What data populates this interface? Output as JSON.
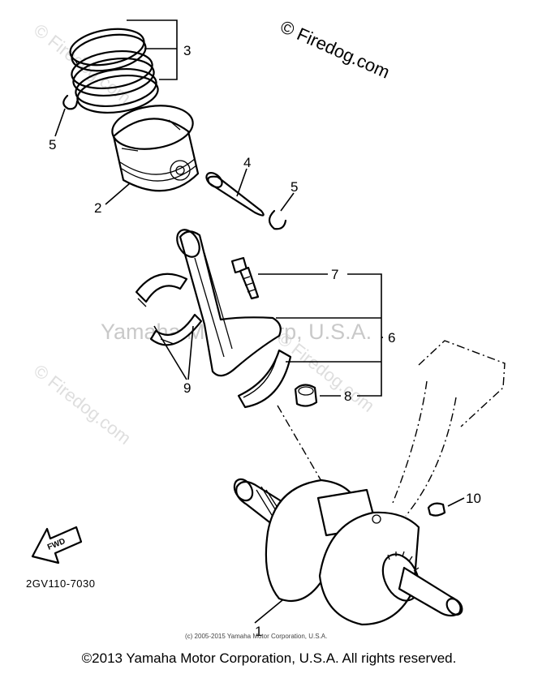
{
  "diagram": {
    "callouts": [
      "1",
      "2",
      "3",
      "4",
      "5",
      "5",
      "6",
      "7",
      "8",
      "9",
      "10"
    ],
    "fwd_label": "FWD",
    "diagram_code": "2GV110-7030"
  },
  "watermarks": {
    "firedog_brand": "© Firedog.com",
    "firedog_repeat": "© Firedog.com",
    "yamaha_center": "Yamaha Motor Corp, U.S.A.",
    "small_copyright": "(c) 2005-2015 Yamaha Motor Corporation, U.S.A."
  },
  "footer": {
    "copyright": "©2013 Yamaha Motor Corporation, U.S.A. All rights reserved."
  }
}
